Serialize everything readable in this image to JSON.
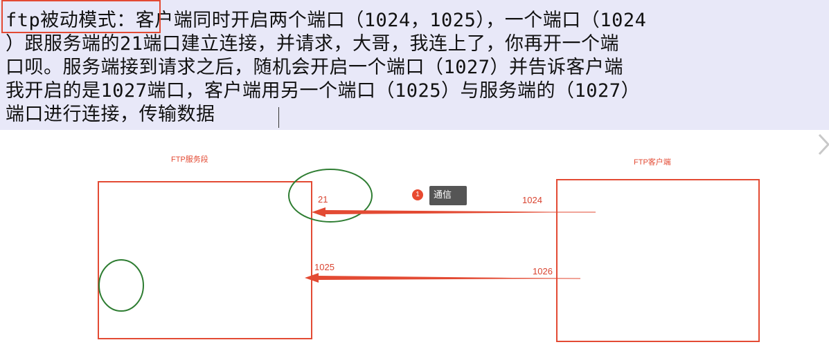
{
  "description": {
    "lines": [
      "ftp被动模式：客户端同时开启两个端口（1024，1025），一个端口（1024",
      "）跟服务端的21端口建立连接，并请求，大哥，我连上了，你再开一个端",
      "口呗。服务端接到请求之后，随机会开启一个端口（1027）并告诉客户端",
      "我开启的是1027端口，客户端用另一个端口（1025）与服务端的（1027）",
      "端口进行连接，传输数据"
    ]
  },
  "diagram": {
    "server_label": "FTP服务段",
    "client_label": "FTP客户端",
    "server_port_control": "21",
    "server_port_data": "1025",
    "client_port_control": "1024",
    "client_port_data": "1026",
    "tooltip_text": "通信",
    "badge_count": "1"
  },
  "colors": {
    "accent_red": "#e34a33",
    "circle_green": "#2e7d32",
    "text_bg": "#e8e8f8"
  }
}
